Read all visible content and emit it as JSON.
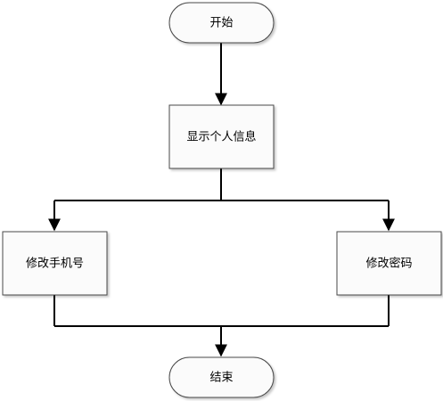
{
  "flowchart": {
    "start": "开始",
    "show_info": "显示个人信息",
    "edit_phone": "修改手机号",
    "edit_password": "修改密码",
    "end": "结束"
  },
  "colors": {
    "node_fill": "#fbfbfb",
    "node_stroke": "#4a4a4a",
    "edge": "#000000"
  }
}
